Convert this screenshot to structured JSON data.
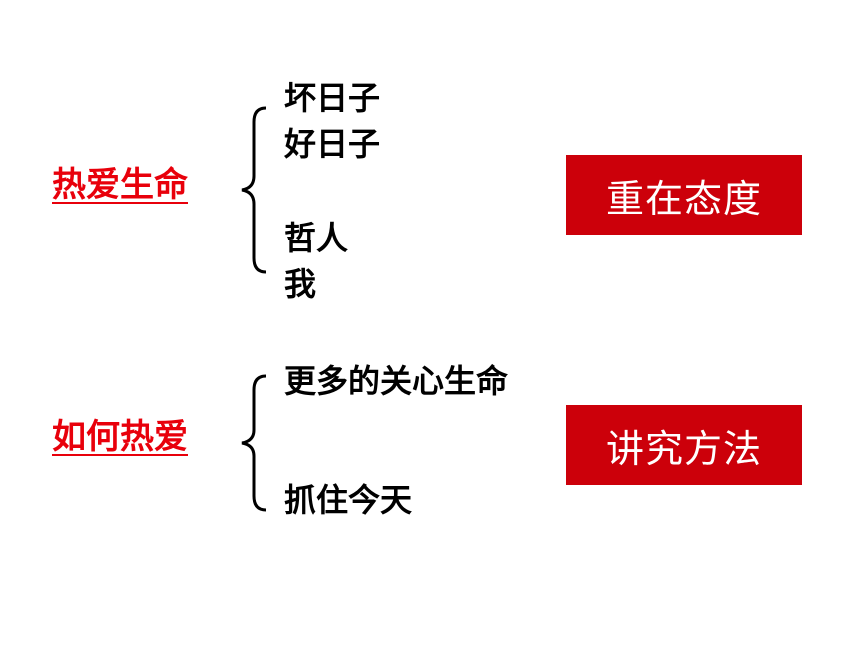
{
  "colors": {
    "topic_red": "#e8000b",
    "box_red": "#cc000a",
    "text": "#000000"
  },
  "group1": {
    "topic": "热爱生命",
    "items": [
      "坏日子",
      "好日子",
      "哲人",
      "我"
    ],
    "box": "重在态度"
  },
  "group2": {
    "topic": "如何热爱",
    "items": [
      "更多的关心生命",
      "抓住今天"
    ],
    "box": "讲究方法"
  }
}
